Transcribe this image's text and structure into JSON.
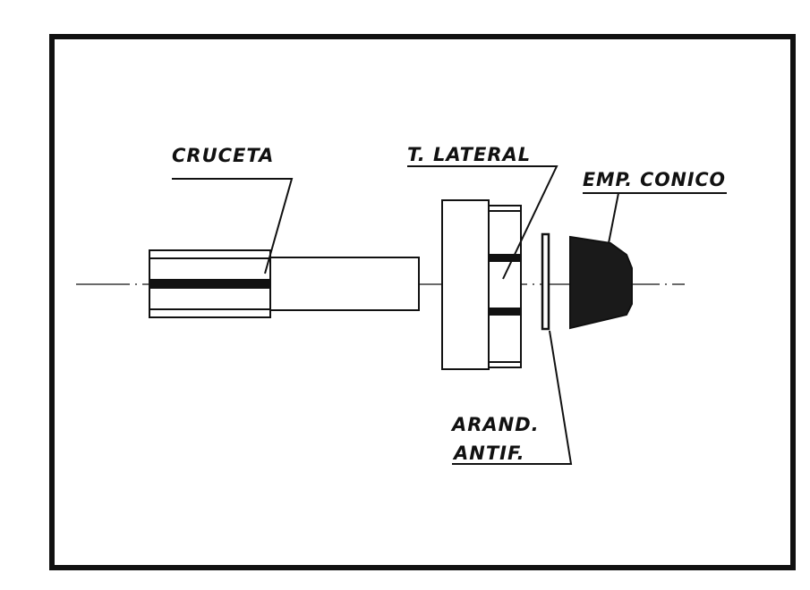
{
  "labels": {
    "cruceta": "CRUCETA",
    "t_lateral": "T. LATERAL",
    "emp_conico": "EMP. CONICO",
    "arand_line1": "ARAND.",
    "arand_line2": "ANTIF."
  },
  "colors": {
    "ink": "#111111",
    "paper": "#ffffff"
  }
}
